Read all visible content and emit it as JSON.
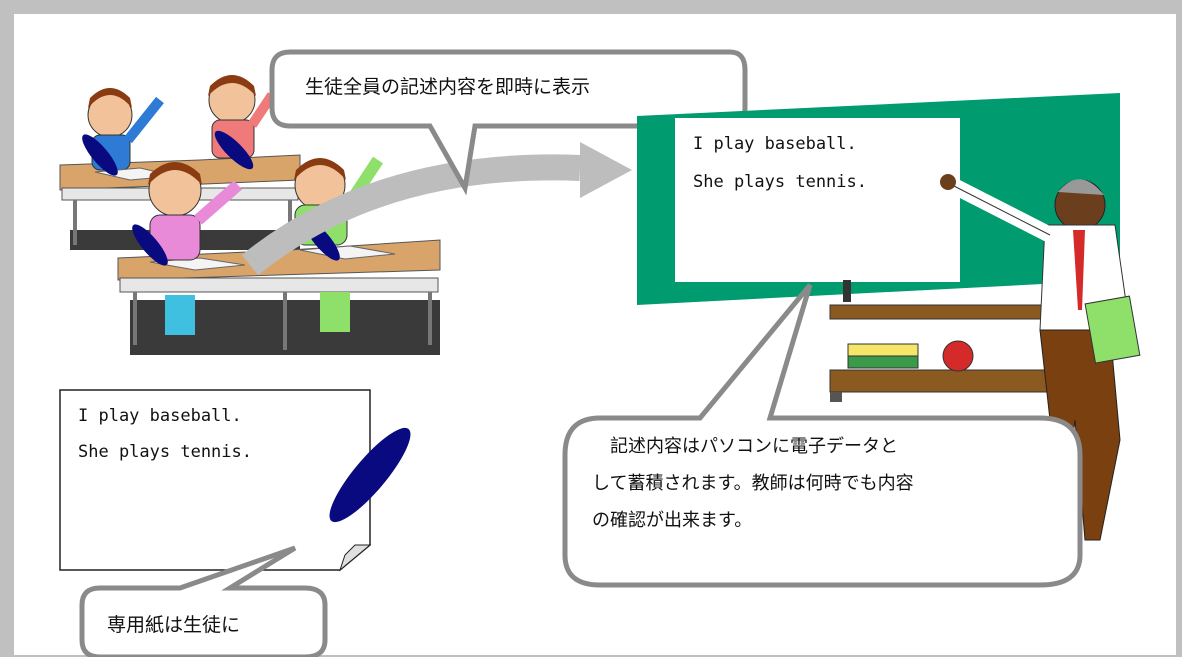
{
  "callouts": {
    "top": "生徒全員の記述内容を即時に表示",
    "bottom_left": "専用紙は生徒に",
    "right_line1": "　記述内容はパソコンに電子データと",
    "right_line2": "して蓄積されます。教師は何時でも内容",
    "right_line3": "の確認が出来ます。"
  },
  "board_text": {
    "line1": "I play baseball.",
    "line2": "She plays tennis."
  },
  "paper_text": {
    "line1": "I play baseball.",
    "line2": "She plays tennis."
  },
  "colors": {
    "board_green": "#009b6f",
    "border_gray": "#c0c0c0",
    "arrow_gray": "#bdbdbd",
    "pen_blue": "#0a0a80"
  }
}
